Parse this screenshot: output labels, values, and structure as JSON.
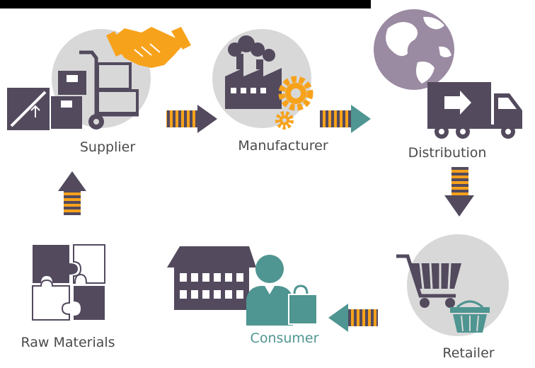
{
  "colors": {
    "dark": "#534a5e",
    "orange": "#f7a21b",
    "teal": "#4f9591",
    "circle": "#d8d8d8",
    "globe": "#9a8aa2",
    "label": "#4a4a4a"
  },
  "stages": [
    {
      "id": "supplier",
      "label": "Supplier",
      "icons": [
        "handshake-icon",
        "hand-truck-icon",
        "boxes-icon",
        "crate-icon"
      ]
    },
    {
      "id": "manufacturer",
      "label": "Manufacturer",
      "icons": [
        "factory-icon",
        "gears-icon"
      ]
    },
    {
      "id": "distribution",
      "label": "Distribution",
      "icons": [
        "globe-icon",
        "truck-icon"
      ]
    },
    {
      "id": "retailer",
      "label": "Retailer",
      "icons": [
        "shopping-cart-icon",
        "basket-icon"
      ]
    },
    {
      "id": "consumer",
      "label": "Consumer",
      "icons": [
        "store-building-icon",
        "person-icon",
        "shopping-bag-icon"
      ]
    },
    {
      "id": "raw_materials",
      "label": "Raw Materials",
      "icons": [
        "puzzle-icon"
      ]
    }
  ],
  "flow": [
    {
      "from": "raw_materials",
      "to": "supplier",
      "direction": "up",
      "color": "#534a5e"
    },
    {
      "from": "supplier",
      "to": "manufacturer",
      "direction": "right",
      "color": "#534a5e"
    },
    {
      "from": "manufacturer",
      "to": "distribution",
      "direction": "right",
      "color": "#4f9591"
    },
    {
      "from": "distribution",
      "to": "retailer",
      "direction": "down",
      "color": "#534a5e"
    },
    {
      "from": "retailer",
      "to": "consumer",
      "direction": "left",
      "color": "#4f9591"
    }
  ]
}
